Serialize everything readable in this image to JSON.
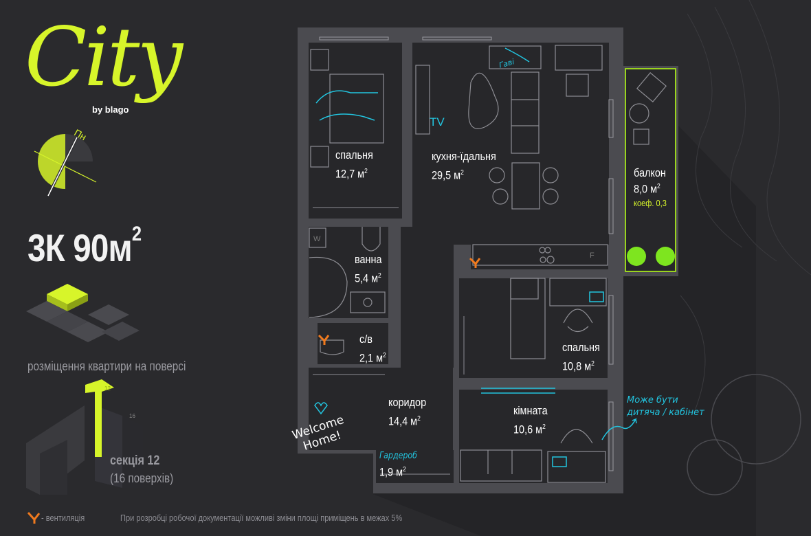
{
  "brand": {
    "logo": "City",
    "by": "by blago",
    "accent": "#d7f52a"
  },
  "compass": {
    "label": "Пн"
  },
  "apartment": {
    "type": "3К 90м",
    "sup": "2"
  },
  "floor_caption": "розміщення квартири на поверсі",
  "section": {
    "name": "секція 12",
    "floors": "(16 поверхів)",
    "num_small": "12",
    "floors_small": "16"
  },
  "rooms": [
    {
      "name": "спальня",
      "area": "12,7 м",
      "sup": "2"
    },
    {
      "name": "кухня-їдальня",
      "area": "29,5 м",
      "sup": "2"
    },
    {
      "name": "балкон",
      "area": "8,0 м",
      "sup": "2",
      "coef": "коеф. 0,3"
    },
    {
      "name": "ванна",
      "area": "5,4 м",
      "sup": "2"
    },
    {
      "name": "с/в",
      "area": "2,1 м",
      "sup": "2"
    },
    {
      "name": "спальня",
      "area": "10,8 м",
      "sup": "2"
    },
    {
      "name": "коридор",
      "area": "14,4 м",
      "sup": "2"
    },
    {
      "name": "кімната",
      "area": "10,6 м",
      "sup": "2"
    },
    {
      "name": "Гардероб",
      "area": "1,9 м",
      "sup": "2"
    }
  ],
  "annotations": {
    "tv": "TV",
    "gavi": "Гаві",
    "welcome": "Welcome",
    "home": "Home!",
    "note1": "Може бути",
    "note2": "дитяча / кабінет",
    "w": "W",
    "f": "F"
  },
  "footer": {
    "vent": "- вентиляція",
    "disclaimer": "При розробці робочої документації можливі зміни площі приміщень в межах 5%"
  },
  "colors": {
    "accent": "#d7f52a",
    "cyan": "#22c5e0",
    "vent": "#f07a1e"
  }
}
